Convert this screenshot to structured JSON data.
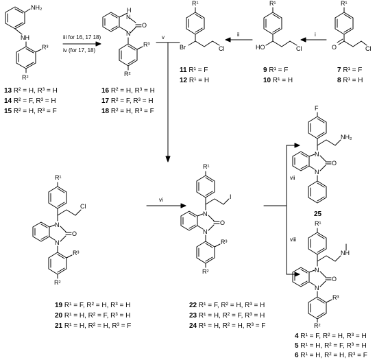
{
  "steps": {
    "i": "i",
    "ii": "ii",
    "iii": "iii for 16, 17 18)",
    "iv": "iv (for 17, 18)",
    "v": "v",
    "vi": "vi",
    "vii": "vii",
    "viii": "viii"
  },
  "atoms": {
    "NH2": "NH₂",
    "NH": "NH",
    "H": "H",
    "N": "N",
    "O": "O",
    "Br": "Br",
    "HO": "HO",
    "Cl": "Cl",
    "I": "I",
    "F": "F",
    "R1": "R¹",
    "R2": "R²",
    "R3": "R³"
  },
  "compounds": {
    "c13": {
      "num": "13",
      "desc": "R² = H, R³ = H"
    },
    "c14": {
      "num": "14",
      "desc": "R² = F, R³ = H"
    },
    "c15": {
      "num": "15",
      "desc": "R² = H, R³ = F"
    },
    "c16": {
      "num": "16",
      "desc": "R² = H, R³ = H"
    },
    "c17": {
      "num": "17",
      "desc": "R² = F, R³ = H"
    },
    "c18": {
      "num": "18",
      "desc": "R² = H, R³ = F"
    },
    "c11": {
      "num": "11",
      "desc": "R¹ = F"
    },
    "c12": {
      "num": "12",
      "desc": "R¹ = H"
    },
    "c9": {
      "num": "9",
      "desc": "R¹ = F"
    },
    "c10": {
      "num": "10",
      "desc": "R¹ = H"
    },
    "c7": {
      "num": "7",
      "desc": "R¹ = F"
    },
    "c8": {
      "num": "8",
      "desc": "R¹ = H"
    },
    "c19": {
      "num": "19",
      "desc": "R¹ = F, R² = H, R³ = H"
    },
    "c20": {
      "num": "20",
      "desc": "R¹ = H, R² = F, R³ = H"
    },
    "c21": {
      "num": "21",
      "desc": "R¹ = H, R² = H, R³ = F"
    },
    "c22": {
      "num": "22",
      "desc": "R¹ = F, R² = H, R³ = H"
    },
    "c23": {
      "num": "23",
      "desc": "R¹ = H, R² = F, R³ = H"
    },
    "c24": {
      "num": "24",
      "desc": "R¹ = H, R² = H, R³ = F"
    },
    "c25": {
      "num": "25"
    },
    "c4": {
      "num": "4",
      "desc": "R¹ = F, R² = H, R³ = H"
    },
    "c5": {
      "num": "5",
      "desc": "R¹ = H, R² = F, R³ = H"
    },
    "c6": {
      "num": "6",
      "desc": "R¹ = H, R² = H, R³ = F"
    }
  }
}
